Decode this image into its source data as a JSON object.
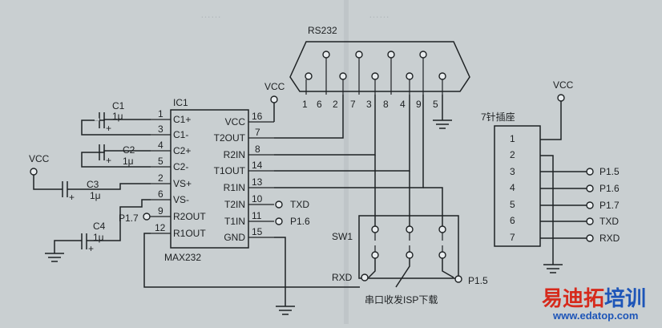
{
  "diagram": {
    "rs232": {
      "title": "RS232",
      "pins": [
        "1",
        "6",
        "2",
        "7",
        "3",
        "8",
        "4",
        "9",
        "5"
      ]
    },
    "ic1": {
      "ref": "IC1",
      "part": "MAX232",
      "left_pins": [
        {
          "num": "1",
          "name": "C1+"
        },
        {
          "num": "3",
          "name": "C1-"
        },
        {
          "num": "4",
          "name": "C2+"
        },
        {
          "num": "5",
          "name": "C2-"
        },
        {
          "num": "2",
          "name": "VS+"
        },
        {
          "num": "6",
          "name": "VS-"
        },
        {
          "num": "9",
          "name": "R2OUT"
        },
        {
          "num": "12",
          "name": "R1OUT"
        }
      ],
      "right_pins": [
        {
          "num": "16",
          "name": "VCC"
        },
        {
          "num": "7",
          "name": "T2OUT"
        },
        {
          "num": "8",
          "name": "R2IN"
        },
        {
          "num": "14",
          "name": "T1OUT"
        },
        {
          "num": "13",
          "name": "R1IN"
        },
        {
          "num": "10",
          "name": "T2IN"
        },
        {
          "num": "11",
          "name": "T1IN"
        },
        {
          "num": "15",
          "name": "GND"
        }
      ]
    },
    "caps": [
      {
        "ref": "C1",
        "value": "1μ",
        "polarity": "+"
      },
      {
        "ref": "C2",
        "value": "1μ",
        "polarity": "+"
      },
      {
        "ref": "C3",
        "value": "1μ",
        "polarity": "+"
      },
      {
        "ref": "C4",
        "value": "1μ",
        "polarity": "+"
      }
    ],
    "nets": {
      "vcc_ic": "VCC",
      "vcc_c3": "VCC",
      "vcc_header": "VCC",
      "p17_ic": "P1.7",
      "txd_ic": "TXD",
      "p16_ic": "P1.6",
      "rxd_sw": "RXD",
      "p15_sw": "P1.5"
    },
    "switch": {
      "ref": "SW1",
      "caption": "串口收发ISP下载"
    },
    "header": {
      "title": "7针插座",
      "pins": [
        {
          "num": "1",
          "label": ""
        },
        {
          "num": "2",
          "label": ""
        },
        {
          "num": "3",
          "label": "P1.5"
        },
        {
          "num": "4",
          "label": "P1.6"
        },
        {
          "num": "5",
          "label": "P1.7"
        },
        {
          "num": "6",
          "label": "TXD"
        },
        {
          "num": "7",
          "label": "RXD"
        }
      ]
    }
  },
  "watermark": {
    "brand_red": "易迪拓",
    "brand_blue": "培训",
    "url": "www.edatop.com"
  },
  "colors": {
    "background": "#c9cfd1",
    "ink": "#1e2224",
    "watermark_red": "#d62a1c",
    "watermark_blue": "#1d55b8"
  }
}
